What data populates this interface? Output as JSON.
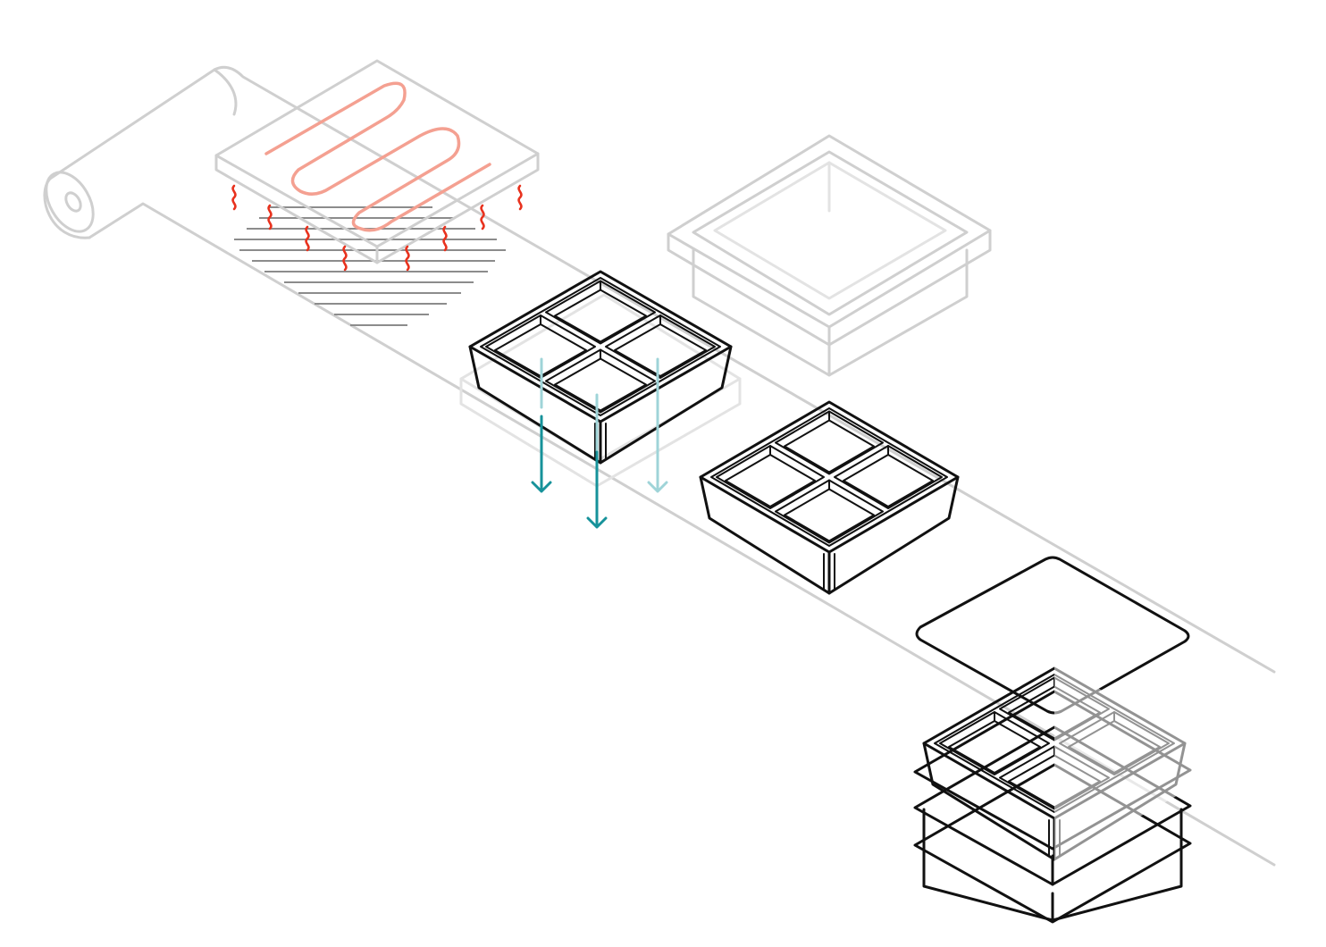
{
  "diagram": {
    "type": "thermoforming-process-illustration",
    "stages": [
      {
        "id": "film-roll",
        "icon": "film-roll-icon"
      },
      {
        "id": "heater-plate",
        "icon": "heater-icon"
      },
      {
        "id": "formed-tray",
        "icon": "tray-icon"
      },
      {
        "id": "trim-die",
        "icon": "die-icon"
      },
      {
        "id": "trimmed-tray",
        "icon": "tray-icon"
      },
      {
        "id": "lid-film",
        "icon": "lid-icon"
      },
      {
        "id": "stacked-trays",
        "icon": "stack-icon"
      }
    ],
    "colors": {
      "outline_light": "#cfcfcf",
      "outline_dark": "#111111",
      "heater_coil": "#f4a091",
      "heat_wave": "#e8321e",
      "vacuum_arrow": "#16929a",
      "vacuum_arrow_faint": "#9fd4d8",
      "hatch": "#8c8c8c"
    }
  }
}
